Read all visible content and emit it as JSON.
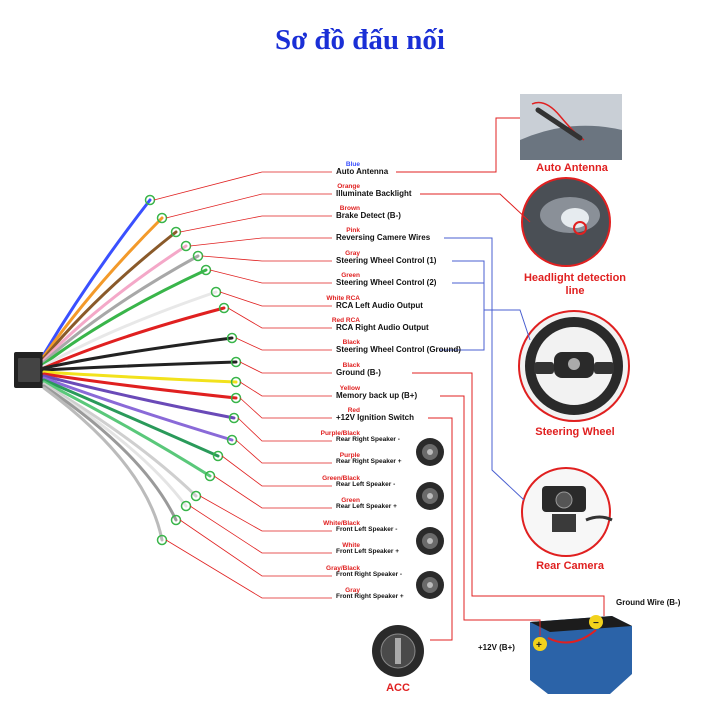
{
  "title": "Sơ đồ đấu nối",
  "colors": {
    "title": "#1a2fd6",
    "connector_line": "#e02020",
    "signal_line": "#4a5fd0",
    "label": "#e02020"
  },
  "wires": [
    {
      "color_name": "Blue",
      "function": "Auto Antenna",
      "wire_hex": "#3a50ff"
    },
    {
      "color_name": "Orange",
      "function": "Illuminate Backlight",
      "wire_hex": "#f39a2a"
    },
    {
      "color_name": "Brown",
      "function": "Brake Detect (B-)",
      "wire_hex": "#8a5a2a"
    },
    {
      "color_name": "Pink",
      "function": "Reversing Camere Wires",
      "wire_hex": "#f4a8c8"
    },
    {
      "color_name": "Gray",
      "function": "Steering Wheel Control (1)",
      "wire_hex": "#a8a8a8"
    },
    {
      "color_name": "Green",
      "function": "Steering Wheel Control (2)",
      "wire_hex": "#39b54a"
    },
    {
      "color_name": "White RCA",
      "function": "RCA Left Audio Output",
      "wire_hex": "#e8e8e8"
    },
    {
      "color_name": "Red RCA",
      "function": "RCA Right Audio Output",
      "wire_hex": "#e02020"
    },
    {
      "color_name": "Black",
      "function": "Steering Wheel Control (Ground)",
      "wire_hex": "#222222"
    },
    {
      "color_name": "Black",
      "function": "Ground (B-)",
      "wire_hex": "#222222"
    },
    {
      "color_name": "Yellow",
      "function": "Memory back up (B+)",
      "wire_hex": "#f2e21c"
    },
    {
      "color_name": "Red",
      "function": "+12V  Ignition Switch",
      "wire_hex": "#e02020"
    },
    {
      "color_name": "Purple/Black",
      "function": "Rear Right Speaker -",
      "wire_hex": "#6a4ab8"
    },
    {
      "color_name": "Purple",
      "function": "Rear Right Speaker +",
      "wire_hex": "#8a6ad8"
    },
    {
      "color_name": "Green/Black",
      "function": "Rear Left Speaker -",
      "wire_hex": "#2a9a5a"
    },
    {
      "color_name": "Green",
      "function": "Rear Left Speaker +",
      "wire_hex": "#5ac87a"
    },
    {
      "color_name": "White/Black",
      "function": "Front Left Speaker -",
      "wire_hex": "#cfcfcf"
    },
    {
      "color_name": "White",
      "function": "Front Left Speaker +",
      "wire_hex": "#e4e4e4"
    },
    {
      "color_name": "Gray/Black",
      "function": "Front Right Speaker -",
      "wire_hex": "#9a9a9a"
    },
    {
      "color_name": "Gray",
      "function": "Front Right Speaker +",
      "wire_hex": "#bbbbbb"
    }
  ],
  "pictures": {
    "antenna": "Auto Antenna",
    "headlight": "Headlight detection line",
    "steering": "Steering Wheel",
    "camera": "Rear Camera",
    "acc": "ACC"
  },
  "battery": {
    "ground_label": "Ground Wire (B-)",
    "plus_label": "+12V  (B+)"
  }
}
